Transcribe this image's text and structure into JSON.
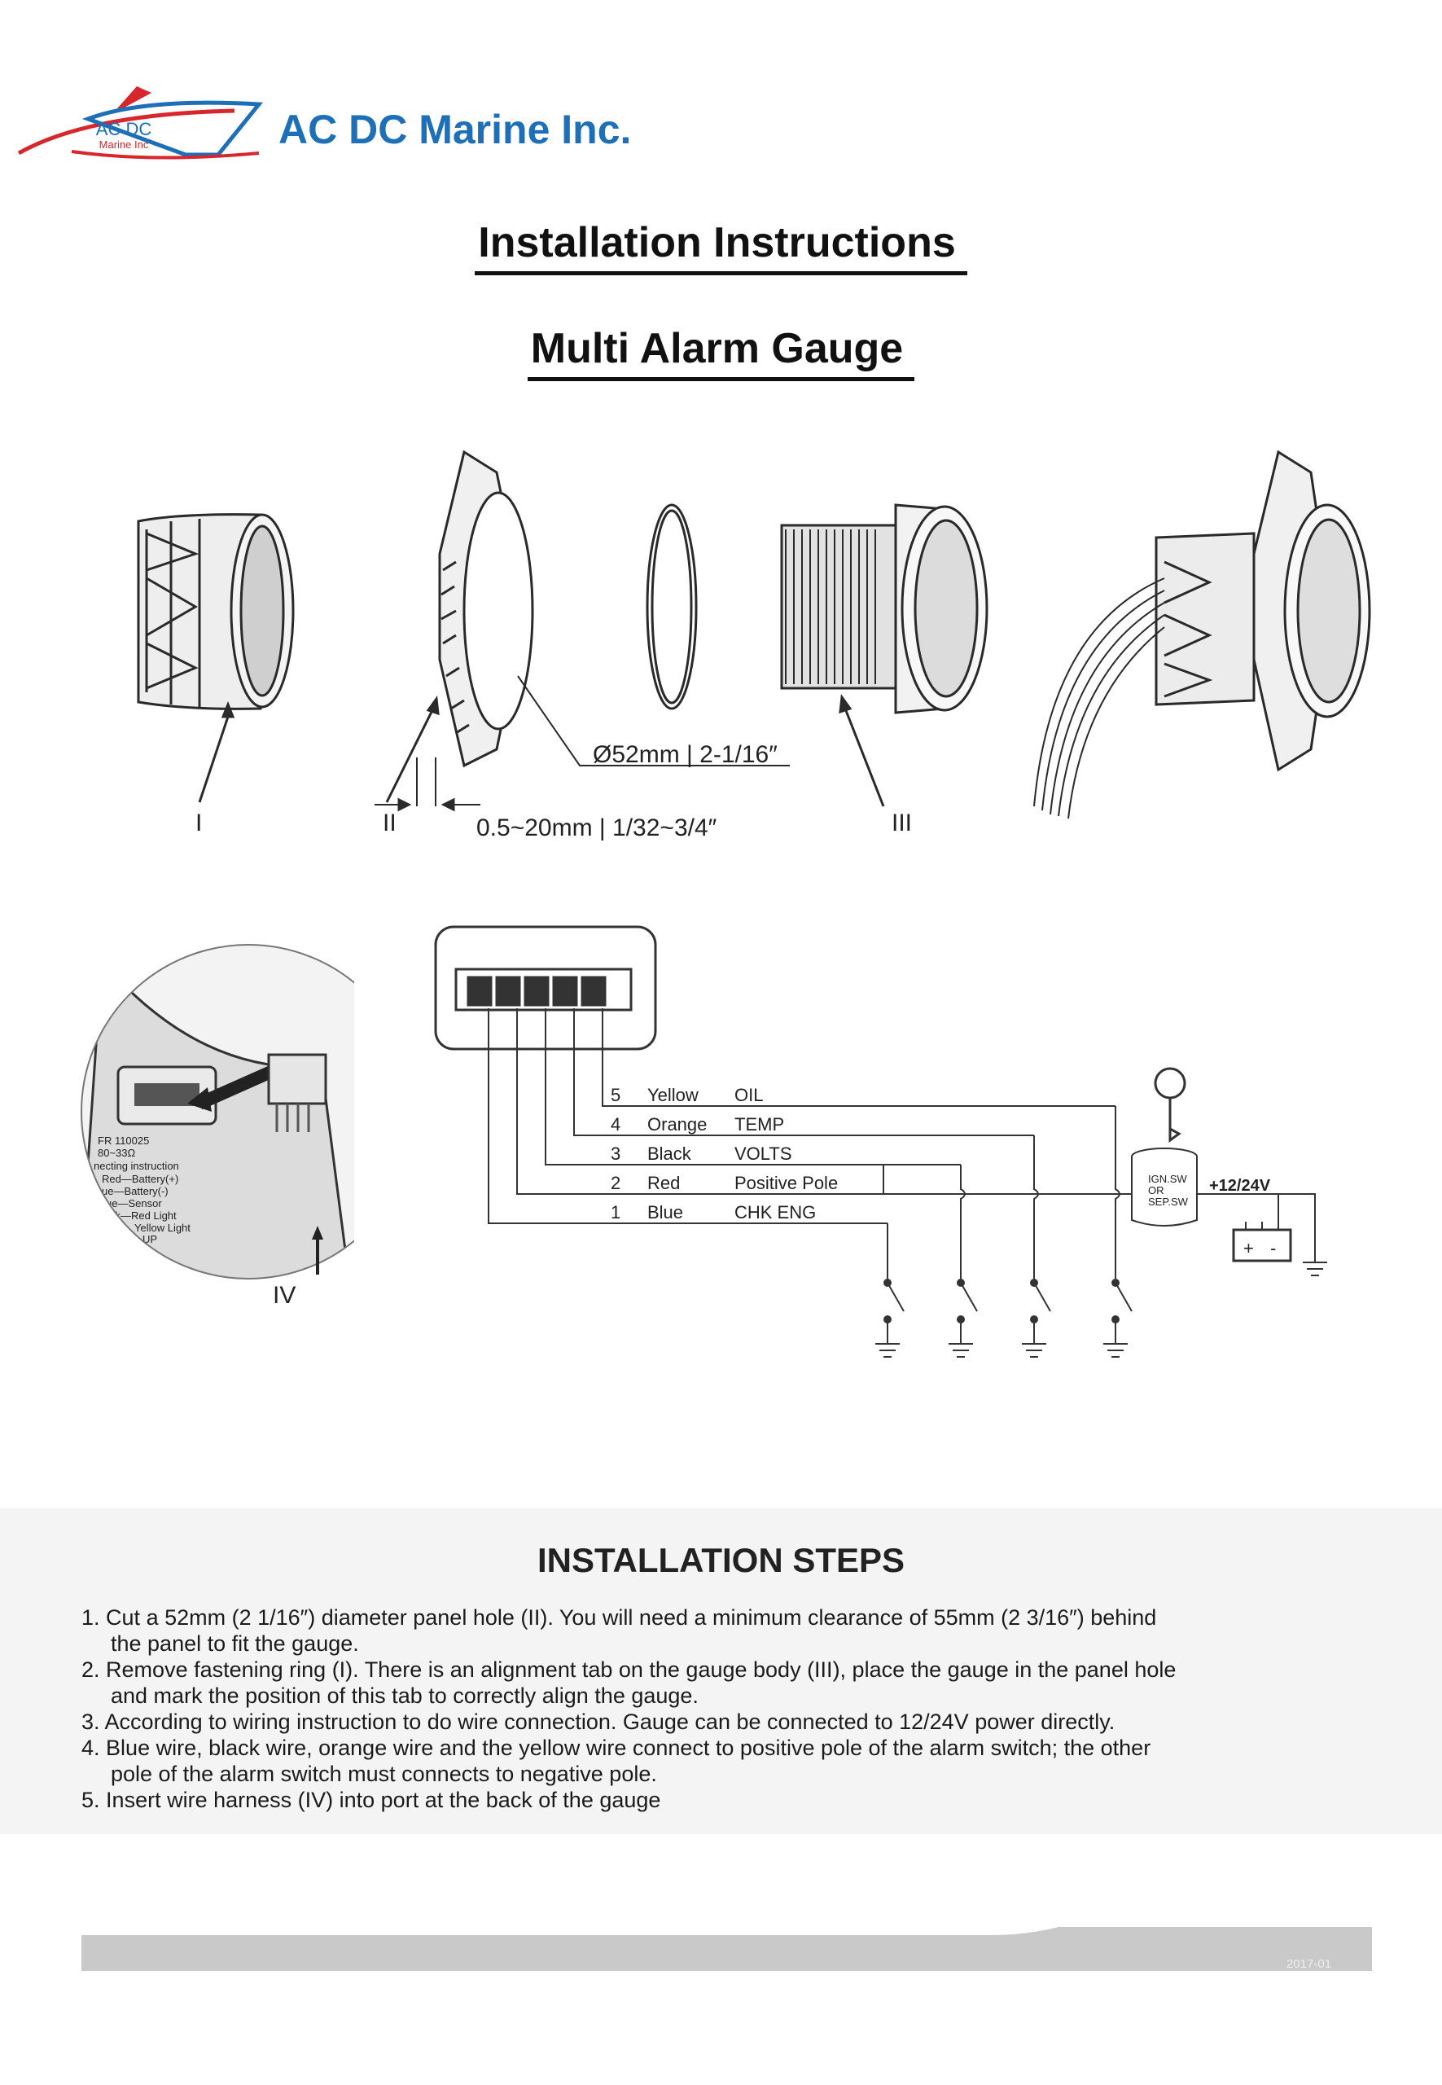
{
  "header": {
    "logo_text_top": "AC DC",
    "logo_text_bottom": "Marine Inc",
    "brand_name": "AC DC Marine Inc."
  },
  "titles": {
    "main": "Installation Instructions",
    "subtitle": "Multi Alarm Gauge"
  },
  "parts_diagram": {
    "labels": [
      "I",
      "II",
      "III",
      "IV"
    ],
    "hole_diameter": "Ø52mm | 2-1/16″",
    "panel_thickness": "0.5~20mm | 1/32~3/4″"
  },
  "back_label": {
    "lines": [
      "FR 110025",
      "80~33Ω",
      "necting instruction",
      "Red—Battery(+)",
      "ue—Battery(-)",
      "ue—Sensor",
      "ck—Red Light",
      "Yellow Light",
      "UP"
    ]
  },
  "wiring": {
    "wires": [
      {
        "num": "5",
        "color": "Yellow",
        "function": "OIL"
      },
      {
        "num": "4",
        "color": "Orange",
        "function": "TEMP"
      },
      {
        "num": "3",
        "color": "Black",
        "function": "VOLTS"
      },
      {
        "num": "2",
        "color": "Red",
        "function": "Positive Pole"
      },
      {
        "num": "1",
        "color": "Blue",
        "function": "CHK ENG"
      }
    ],
    "switch_label": [
      "IGN.SW",
      "OR",
      "SEP.SW"
    ],
    "voltage": "+12/24V",
    "battery_plus": "+",
    "battery_minus": "-"
  },
  "steps": {
    "heading": "INSTALLATION STEPS",
    "items": [
      {
        "num": "1.",
        "lines": [
          "Cut a 52mm (2 1/16″) diameter panel hole (II). You will need a minimum clearance of 55mm (2 3/16″) behind",
          "the panel to fit the gauge."
        ]
      },
      {
        "num": "2.",
        "lines": [
          "Remove fastening ring (I). There is an alignment tab on the gauge body (III), place the gauge in the panel hole",
          "and mark the position of this tab to correctly align the gauge."
        ]
      },
      {
        "num": "3.",
        "lines": [
          "According to wiring instruction to do wire connection. Gauge can be connected to 12/24V power directly."
        ]
      },
      {
        "num": "4.",
        "lines": [
          "Blue wire, black wire, orange wire and the yellow wire connect to positive pole of the alarm switch; the other",
          "pole of the alarm switch must connects to negative pole."
        ]
      },
      {
        "num": "5.",
        "lines": [
          "Insert wire harness (IV) into port at the back of the gauge"
        ]
      }
    ]
  },
  "footer": {
    "code": "2017-01"
  }
}
